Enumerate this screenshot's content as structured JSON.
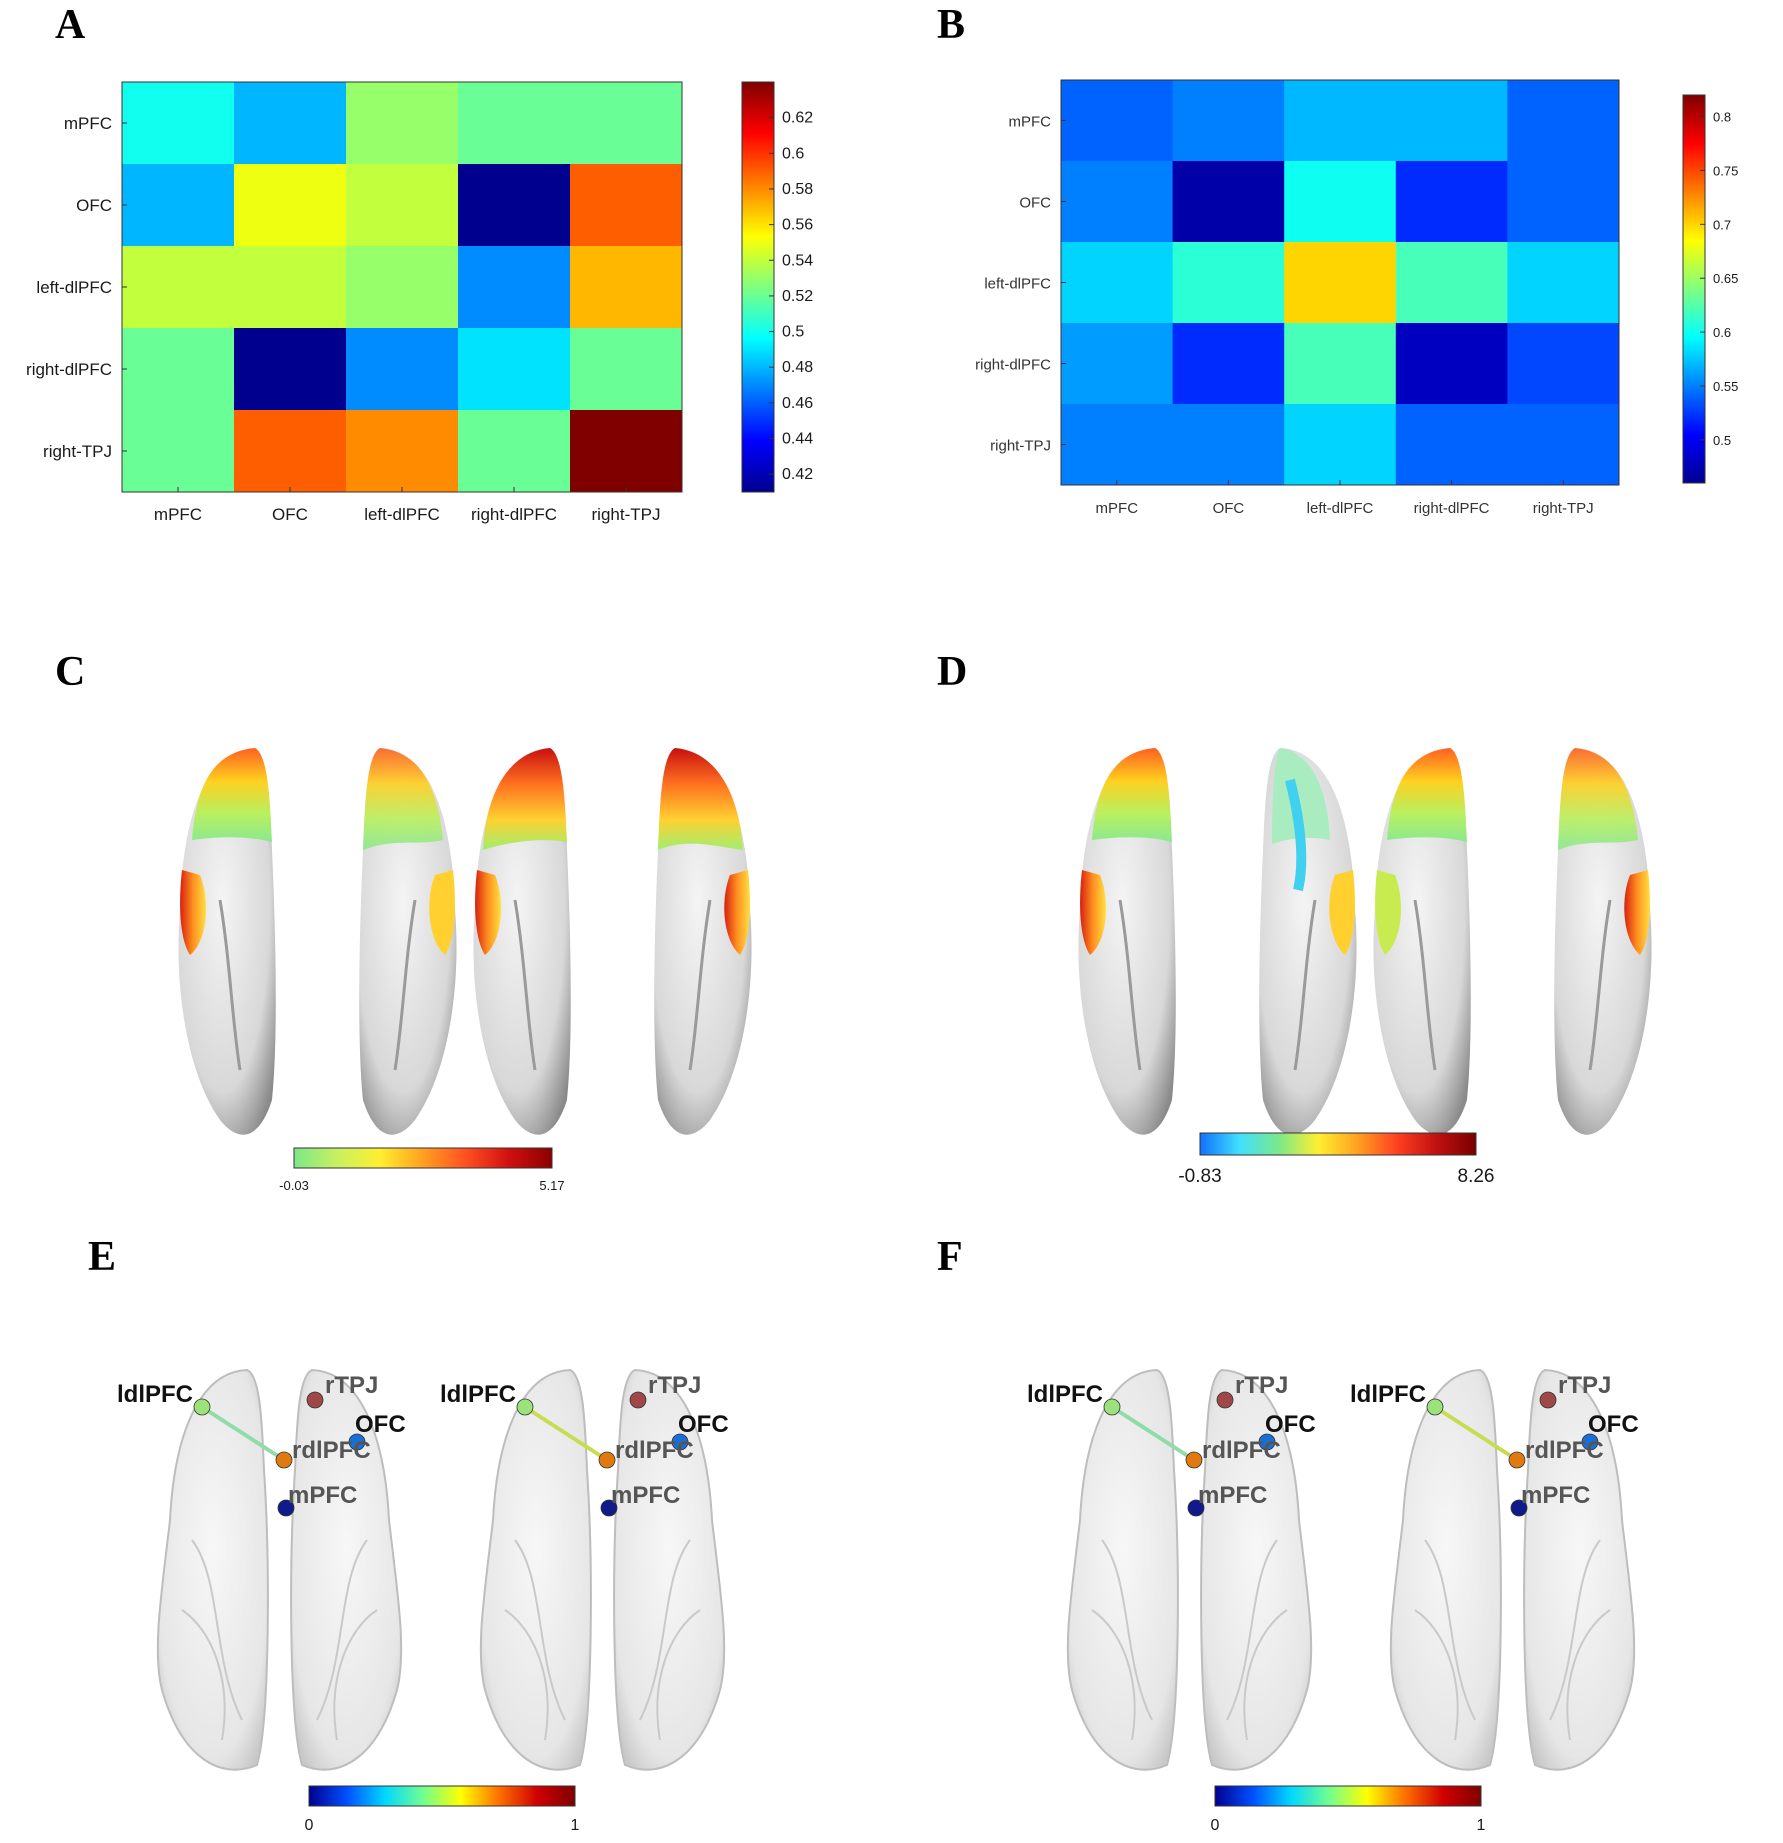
{
  "panels": {
    "A": "A",
    "B": "B",
    "C": "C",
    "D": "D",
    "E": "E",
    "F": "F"
  },
  "chart_data": [
    {
      "panel": "A",
      "type": "heatmap",
      "rows": [
        "mPFC",
        "OFC",
        "left-dlPFC",
        "right-dlPFC",
        "right-TPJ"
      ],
      "cols": [
        "mPFC",
        "OFC",
        "left-dlPFC",
        "right-dlPFC",
        "right-TPJ"
      ],
      "values": [
        [
          0.5,
          0.48,
          0.53,
          0.52,
          0.52
        ],
        [
          0.48,
          0.55,
          0.54,
          0.41,
          0.59
        ],
        [
          0.54,
          0.54,
          0.53,
          0.47,
          0.57
        ],
        [
          0.52,
          0.41,
          0.47,
          0.49,
          0.52
        ],
        [
          0.52,
          0.59,
          0.58,
          0.52,
          0.64
        ]
      ],
      "clim": [
        0.41,
        0.64
      ],
      "colorbar_ticks": [
        "0.42",
        "0.44",
        "0.46",
        "0.48",
        "0.5",
        "0.52",
        "0.54",
        "0.56",
        "0.58",
        "0.6",
        "0.62"
      ],
      "colorbar_tick_values": [
        0.42,
        0.44,
        0.46,
        0.48,
        0.5,
        0.52,
        0.54,
        0.56,
        0.58,
        0.6,
        0.62
      ],
      "colormap": "jet"
    },
    {
      "panel": "B",
      "type": "heatmap",
      "rows": [
        "mPFC",
        "OFC",
        "left-dlPFC",
        "right-dlPFC",
        "right-TPJ"
      ],
      "cols": [
        "mPFC",
        "OFC",
        "left-dlPFC",
        "right-dlPFC",
        "right-TPJ"
      ],
      "values": [
        [
          0.54,
          0.55,
          0.57,
          0.57,
          0.54
        ],
        [
          0.55,
          0.47,
          0.6,
          0.52,
          0.54
        ],
        [
          0.58,
          0.61,
          0.7,
          0.62,
          0.58
        ],
        [
          0.56,
          0.52,
          0.62,
          0.48,
          0.53
        ],
        [
          0.55,
          0.55,
          0.58,
          0.54,
          0.54
        ]
      ],
      "clim": [
        0.46,
        0.82
      ],
      "colorbar_ticks": [
        "0.5",
        "0.55",
        "0.6",
        "0.65",
        "0.7",
        "0.75",
        "0.8"
      ],
      "colorbar_tick_values": [
        0.5,
        0.55,
        0.6,
        0.65,
        0.7,
        0.75,
        0.8
      ],
      "colormap": "jet"
    }
  ],
  "colorbars": {
    "C": {
      "min": "-0.03",
      "max": "5.17",
      "colors": [
        "#7be88a",
        "#c8f060",
        "#ffef30",
        "#ffa020",
        "#ff5020",
        "#d01010",
        "#8b0000"
      ]
    },
    "D": {
      "min": "-0.83",
      "max": "8.26",
      "colors": [
        "#1070ff",
        "#40e0ff",
        "#7be88a",
        "#ffef30",
        "#ffa020",
        "#ff4020",
        "#c01010",
        "#7a0000"
      ]
    },
    "E": {
      "min": "0",
      "max": "1",
      "colors": [
        "#00008f",
        "#0050ff",
        "#00d8ff",
        "#70ff90",
        "#ffff00",
        "#ff7000",
        "#d00000",
        "#800000"
      ]
    },
    "F": {
      "min": "0",
      "max": "1",
      "colors": [
        "#00008f",
        "#0050ff",
        "#00d8ff",
        "#70ff90",
        "#ffff00",
        "#ff7000",
        "#d00000",
        "#800000"
      ]
    }
  },
  "networks": {
    "nodes": {
      "ldlpfc": {
        "label": "ldlPFC",
        "color": "#9be27a"
      },
      "rtpj": {
        "label": "rTPJ",
        "color": "#a04848"
      },
      "ofc": {
        "label": "OFC",
        "color": "#1a6fd6"
      },
      "rdlpfc": {
        "label": "rdlPFC",
        "color": "#e07a10"
      },
      "mpfc": {
        "label": "mPFC",
        "color": "#101a8a"
      }
    },
    "edge_colors": {
      "E_left": "#8fdcaa",
      "E_right": "#c8dc50",
      "F_left": "#8fdcaa",
      "F_right": "#c8dc50"
    }
  }
}
